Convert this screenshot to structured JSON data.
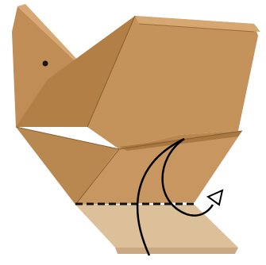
{
  "illustration": {
    "subject": "origami-bird-folding-step",
    "colors": {
      "background": "#ffffff",
      "paper_dark": "#b5824c",
      "paper_mid": "#c4935c",
      "paper_light": "#cfa06b",
      "paper_shadow": "#9c6c3a",
      "paper_folded_under": "#dcc09a",
      "crease_line": "#8a5e30",
      "eye": "#1a1208",
      "fold_line": "#111111",
      "arrow": "#000000",
      "arrow_fill": "#ffffff"
    },
    "instruction": {
      "fold_type": "valley-fold-dashed-line",
      "arrow_direction": "fold-up-then-return"
    }
  }
}
